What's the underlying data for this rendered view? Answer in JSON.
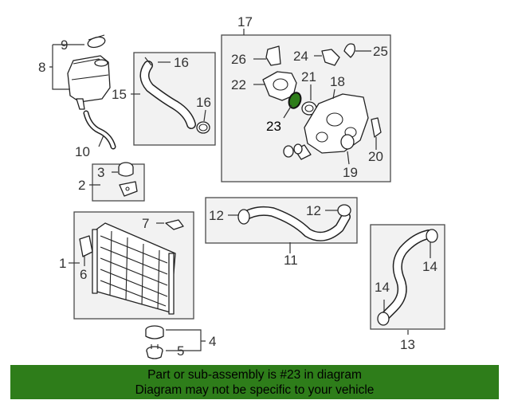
{
  "diagram": {
    "callouts": {
      "c1": "1",
      "c2": "2",
      "c3": "3",
      "c4": "4",
      "c5": "5",
      "c6": "6",
      "c7": "7",
      "c8": "8",
      "c9": "9",
      "c10": "10",
      "c11": "11",
      "c12a": "12",
      "c12b": "12",
      "c13": "13",
      "c14a": "14",
      "c14b": "14",
      "c15": "15",
      "c16a": "16",
      "c16b": "16",
      "c17": "17",
      "c18": "18",
      "c19": "19",
      "c20": "20",
      "c21": "21",
      "c22": "22",
      "c23": "23",
      "c24": "24",
      "c25": "25",
      "c26": "26"
    },
    "highlighted_part": "23",
    "highlight_color": "#2e7d1a"
  },
  "banner": {
    "line1": "Part or sub-assembly is #23 in diagram",
    "line2": "Diagram may not be specific to your vehicle",
    "background": "#2e7d1a"
  }
}
